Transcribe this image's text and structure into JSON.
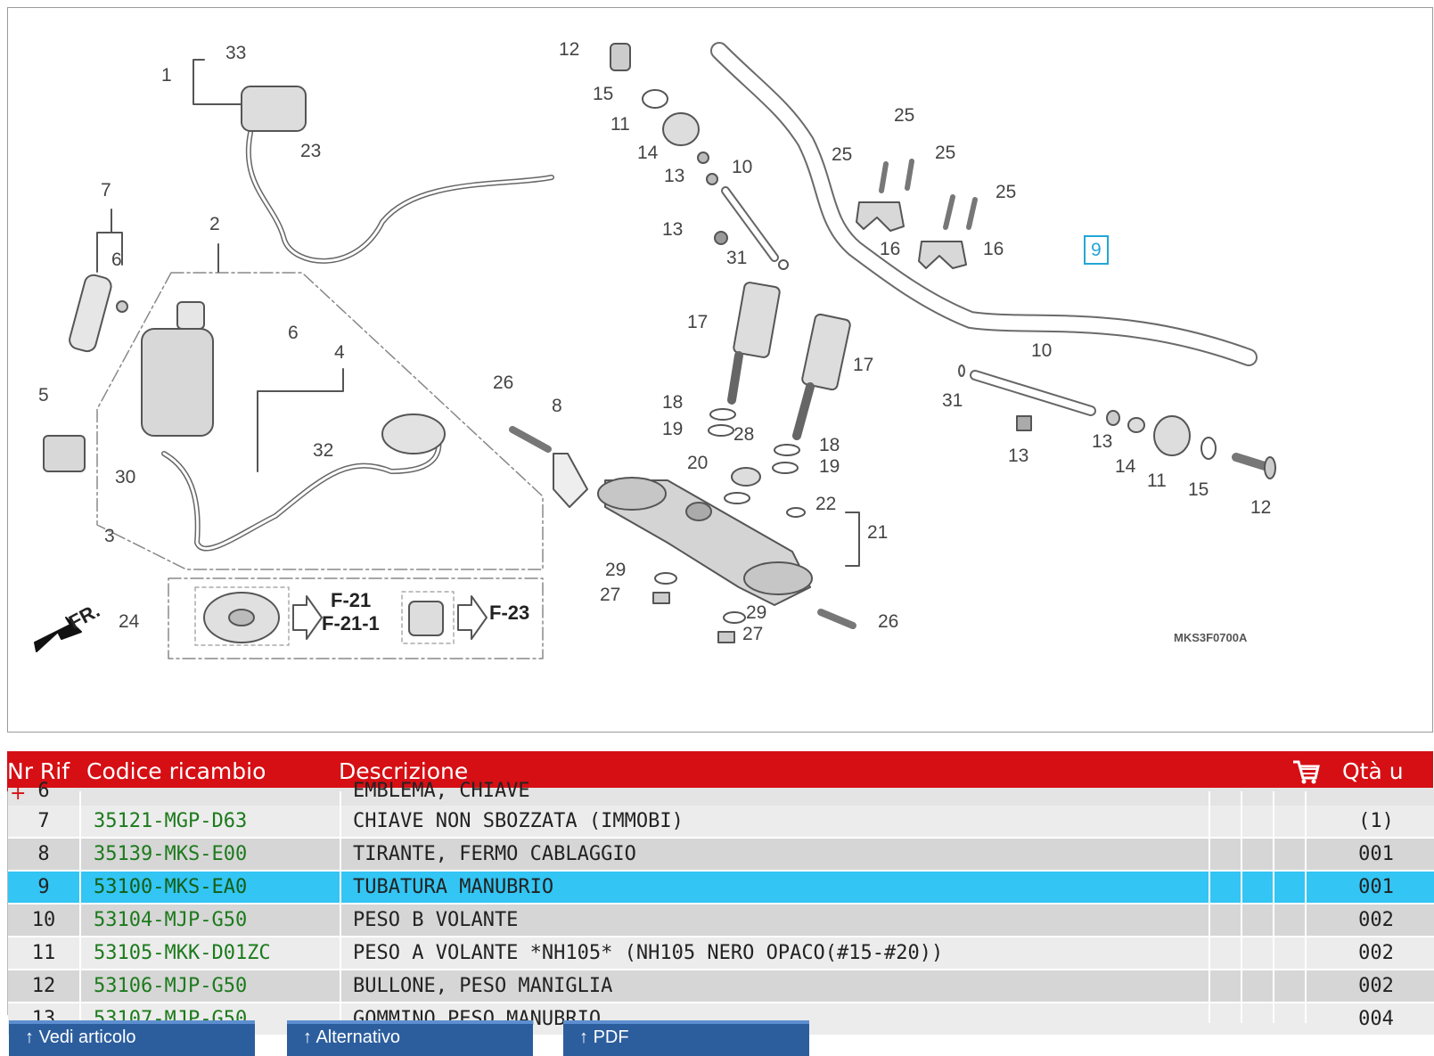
{
  "diagram": {
    "code": "MKS3F0700A",
    "fr_label": "FR.",
    "ref_labels": {
      "f21": "F-21",
      "f21_1": "F-21-1",
      "f23": "F-23"
    },
    "callouts": [
      "33",
      "1",
      "23",
      "7",
      "6",
      "2",
      "6",
      "4",
      "5",
      "32",
      "30",
      "3",
      "24",
      "12",
      "15",
      "11",
      "14",
      "13",
      "10",
      "13",
      "31",
      "17",
      "17",
      "18",
      "19",
      "28",
      "18",
      "20",
      "19",
      "22",
      "21",
      "26",
      "8",
      "29",
      "27",
      "29",
      "27",
      "26",
      "25",
      "25",
      "25",
      "25",
      "16",
      "16",
      "9",
      "10",
      "31",
      "13",
      "13",
      "14",
      "11",
      "15",
      "12"
    ],
    "highlighted_callout": "9"
  },
  "table": {
    "headers": {
      "nr": "Nr Rif",
      "code": "Codice ricambio",
      "desc": "Descrizione",
      "qty": "Qtà u"
    },
    "partial_top_row": {
      "nr": "6",
      "desc": "EMBLEMA, CHIAVE"
    },
    "rows": [
      {
        "nr": "7",
        "code": "35121-MGP-D63",
        "desc": "CHIAVE NON SBOZZATA (IMMOBI)",
        "qty": "(1)"
      },
      {
        "nr": "8",
        "code": "35139-MKS-E00",
        "desc": "TIRANTE, FERMO CABLAGGIO",
        "qty": "001"
      },
      {
        "nr": "9",
        "code": "53100-MKS-EA0",
        "desc": "TUBATURA MANUBRIO",
        "qty": "001"
      },
      {
        "nr": "10",
        "code": "53104-MJP-G50",
        "desc": "PESO B VOLANTE",
        "qty": "002"
      },
      {
        "nr": "11",
        "code": "53105-MKK-D01ZC",
        "desc": "PESO A VOLANTE *NH105* (NH105 NERO OPACO(#15-#20))",
        "qty": "002"
      },
      {
        "nr": "12",
        "code": "53106-MJP-G50",
        "desc": "BULLONE, PESO MANIGLIA",
        "qty": "002"
      }
    ],
    "partial_bottom_row": {
      "nr": "13",
      "code": "53107-MJP-G50",
      "desc": "GOMMINO PESO MANUBRIO",
      "qty": "004"
    },
    "selected_index": 2
  },
  "buttons": [
    {
      "label": "Vedi articolo"
    },
    {
      "label": "Alternativo"
    },
    {
      "label": "PDF"
    }
  ],
  "colors": {
    "header_red": "#d50f14",
    "selected_row": "#33c5f3",
    "code_green": "#1c7a1c",
    "button_blue": "#2c5e9e"
  }
}
